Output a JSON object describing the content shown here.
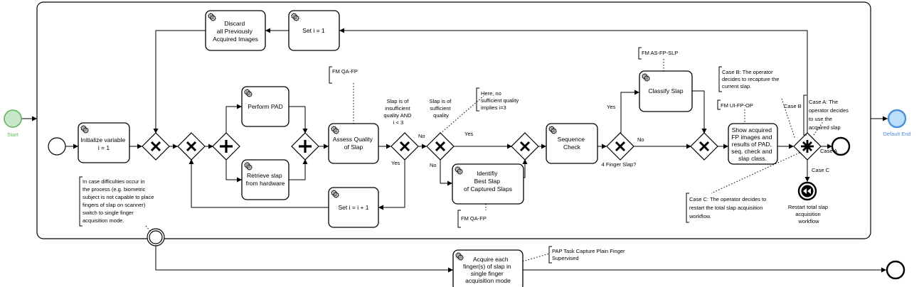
{
  "events": {
    "start": "Start",
    "default_end": "Default End"
  },
  "tasks": {
    "initialize": [
      "Initialize variable",
      "i = 1"
    ],
    "discard": [
      "Discard",
      "all Previously",
      "Acquired Images"
    ],
    "set_i_1": [
      "Set i = 1"
    ],
    "perform_pad": [
      "Perform PAD"
    ],
    "retrieve_slap": [
      "Retrieve slap",
      "from hardware"
    ],
    "assess_quality": [
      "Assess Quality",
      "of Slap"
    ],
    "set_i_inc": [
      "Set i = i + 1"
    ],
    "identify_best": [
      "Identifiy",
      "Best Slap",
      "of Captured Slaps"
    ],
    "sequence_check": [
      "Sequence",
      "Check"
    ],
    "classify_slap": [
      "Classify Slap"
    ],
    "show_acquired": [
      "Show acquired",
      "FP images and",
      "results of PAD,",
      "seq. check and",
      "slap class."
    ],
    "acquire_each": [
      "Acquire each",
      "finger(s) of slap in",
      "single finger",
      "acquisition mode"
    ]
  },
  "gateway_labels": {
    "insufficient": [
      "Slap is of",
      "insufficient",
      "quality AND",
      "i < 3"
    ],
    "sufficient": [
      "Slap is of",
      "sufficient",
      "quality"
    ],
    "four_finger": "4 Finger Slap?"
  },
  "flow_labels": {
    "no_1": "No",
    "yes_1": "Yes",
    "yes_2": "Yes",
    "no_2": "No",
    "yes_3": "Yes",
    "no_3": "No",
    "case_a": "Case A",
    "case_b": "Case B",
    "case_c": "Case C"
  },
  "annotations": {
    "fm_qa_fp_top": [
      "FM QA-FP"
    ],
    "fm_qa_fp_bottom": [
      "FM QA-FP"
    ],
    "fm_as_fp_slp": [
      "FM AS-FP-SLP"
    ],
    "fm_ui_fp_op": [
      "FM UI-FP-OP"
    ],
    "here_no_sufficient": [
      "Here, no",
      "sufficient quality",
      "implies i=3"
    ],
    "case_b_note": [
      "Case B: The operator",
      "decides to recapture the",
      "current slap."
    ],
    "case_a_note": [
      "Case A: The",
      "operator decides",
      "to use the",
      "acquired slap"
    ],
    "case_c_note": [
      "Case C: The operator decides to",
      "restart the total slap acquisition",
      "workflow."
    ],
    "difficulties": [
      "In case difficulties occur in",
      "the process (e.g. biometric",
      "subject is not capable to place",
      "fingers of slap on scanner)",
      "switch to single finger",
      "acquisition mode."
    ],
    "pap_task": [
      "PAP Task Capture Plain Finger",
      "Supervised"
    ]
  },
  "end_labels": {
    "restart": [
      "Restart total slap",
      "acquisition",
      "workflow"
    ]
  },
  "colors": {
    "start_fill": "#c8e6c9",
    "start_stroke": "#5cb85c",
    "end_fill": "#bbdefb",
    "end_stroke": "#4a90d9"
  }
}
